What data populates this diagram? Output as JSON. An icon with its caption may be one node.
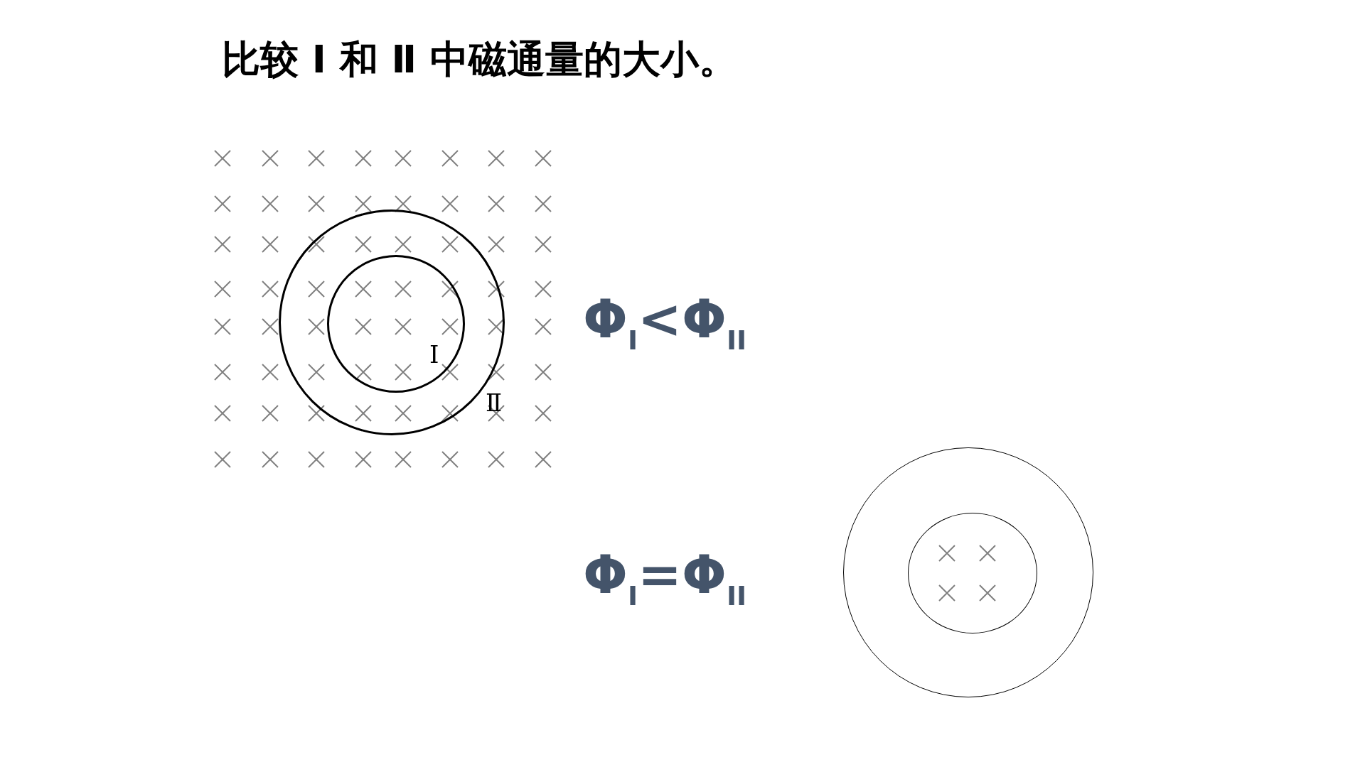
{
  "diagram": {
    "title": "比较 Ⅰ 和 Ⅱ 中磁通量的大小。",
    "nodes": [
      {
        "text": [],
        "shape": "circle",
        "beside": [
          "Ⅱ"
        ]
      },
      {
        "text": [
          "Ⅰ"
        ],
        "in": 0
      },
      {
        "text": [],
        "shape": "circle"
      },
      {
        "text": [],
        "shape": "circle",
        "in": 2
      }
    ],
    "labels": [
      "Φ$_{I}$<Φ$_{II}$",
      "Φ$_{I}$=Φ$_{II}$"
    ]
  }
}
